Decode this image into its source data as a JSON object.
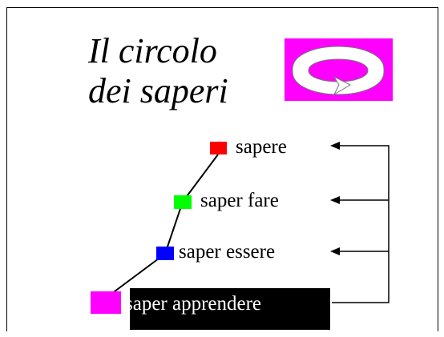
{
  "title": {
    "line1": "Il circolo",
    "line2": "dei saperi"
  },
  "logo": {
    "icon": "cycle-arrow-icon",
    "background": "#ff00ff",
    "arrow_fill": "#ffffff"
  },
  "items": [
    {
      "label": "sapere",
      "color": "#ff0000"
    },
    {
      "label": "saper fare",
      "color": "#00ff00"
    },
    {
      "label": "saper essere",
      "color": "#0000ff"
    },
    {
      "label": "saper apprendere",
      "color": "#ff00ff"
    }
  ],
  "colors": {
    "lines": "#000000",
    "highlight_background": "#000000",
    "highlight_text": "#ffffff"
  }
}
